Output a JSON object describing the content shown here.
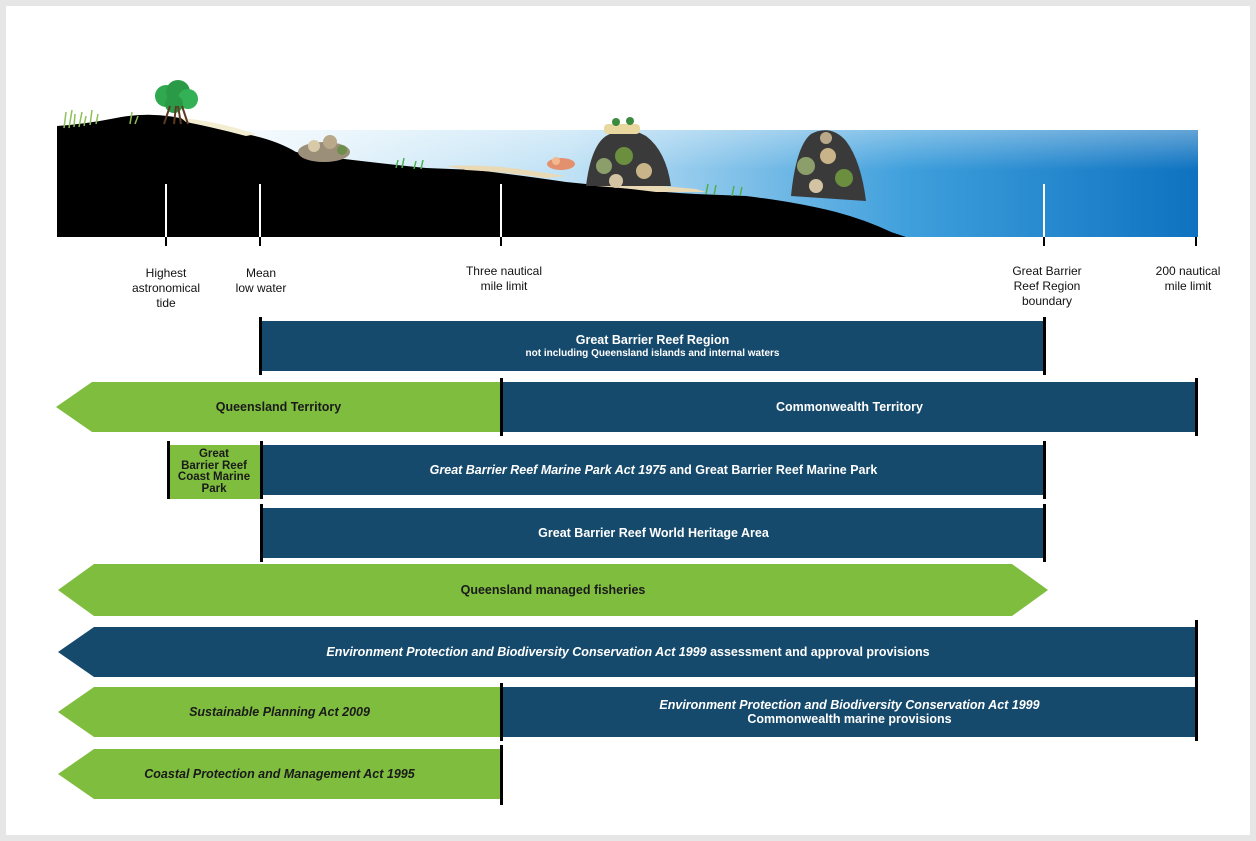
{
  "colors": {
    "navy": "#164a6c",
    "green": "#7fbd3f",
    "land": "#000000",
    "sea_light": "#eaf5fc",
    "sea_deep": "#0f78c6"
  },
  "markers": {
    "hat": "Highest astronomical tide",
    "hat_lines": [
      "Highest",
      "astronomical",
      "tide"
    ],
    "mlw_lines": [
      "Mean",
      "low water"
    ],
    "three_nm_lines": [
      "Three nautical",
      "mile limit"
    ],
    "gbr_boundary_lines": [
      "Great Barrier",
      "Reef Region",
      "boundary"
    ],
    "two_hundred_nm_lines": [
      "200 nautical",
      "mile limit"
    ]
  },
  "bars": {
    "gbr_region": {
      "title": "Great Barrier Reef Region",
      "subtitle": "not including Queensland islands and internal waters"
    },
    "qld_territory": "Queensland Territory",
    "commonwealth_territory": "Commonwealth Territory",
    "coast_marine_park_lines": [
      "Great",
      "Barrier Reef",
      "Coast Marine",
      "Park"
    ],
    "marine_park_act": {
      "italic": "Great Barrier Reef Marine Park Act 1975",
      "rest": " and Great Barrier Reef Marine Park"
    },
    "world_heritage": "Great Barrier Reef World Heritage Area",
    "fisheries": "Queensland managed fisheries",
    "epbc_assessment": {
      "italic": "Environment Protection and Biodiversity Conservation Act 1999",
      "rest": " assessment and approval provisions"
    },
    "sustainable_planning": "Sustainable Planning Act 2009",
    "epbc_marine": {
      "italic": "Environment Protection and Biodiversity Conservation Act 1999",
      "rest": "Commonwealth marine provisions"
    },
    "coastal_protection": "Coastal Protection and Management Act 1995"
  }
}
